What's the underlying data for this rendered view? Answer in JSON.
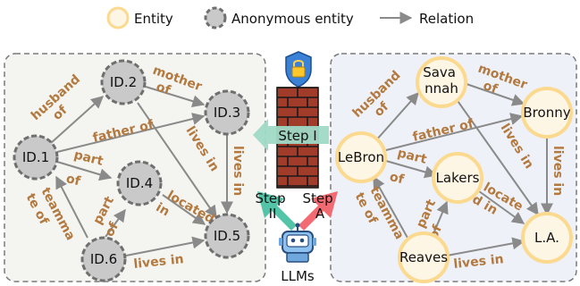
{
  "legend": {
    "entity": "Entity",
    "anonymous_entity": "Anonymous entity",
    "relation": "Relation"
  },
  "left_graph": {
    "nodes": {
      "id1": "ID.1",
      "id2": "ID.2",
      "id3": "ID.3",
      "id4": "ID.4",
      "id5": "ID.5",
      "id6": "ID.6"
    },
    "edges": {
      "husband_of": [
        "husband",
        "of"
      ],
      "mother_of": [
        "mother",
        "of"
      ],
      "father_of": "father of",
      "part_of": [
        "part",
        "of"
      ],
      "lives_in_a": "lives in",
      "lives_in_b": "lives in",
      "located_in": [
        "located",
        "in"
      ],
      "part_of_b": [
        "part",
        "of"
      ],
      "teammate_of": [
        "teamma",
        "te of"
      ],
      "lives_in_c": "lives in"
    }
  },
  "right_graph": {
    "nodes": {
      "lebron": "LeBron",
      "savannah": [
        "Sava",
        "nnah"
      ],
      "bronny": "Bronny",
      "lakers": "Lakers",
      "la": "L.A.",
      "reaves": "Reaves"
    },
    "edges": {
      "husband_of": [
        "husband",
        "of"
      ],
      "mother_of": [
        "mother",
        "of"
      ],
      "father_of": "father of",
      "part_of": [
        "part",
        "of"
      ],
      "lives_in_a": "lives in",
      "lives_in_b": "lives in",
      "located_in": [
        "locate",
        "d in"
      ],
      "part_of_b": [
        "part",
        "of"
      ],
      "teammate_of": [
        "teamma",
        "te of"
      ],
      "lives_in_c": "lives in"
    }
  },
  "center": {
    "step_1": "Step I",
    "step_2": [
      "Step",
      "II"
    ],
    "step_a": [
      "Step",
      "A"
    ],
    "llms": "LLMs"
  },
  "colors": {
    "entity_fill": "#fdf6e4",
    "entity_stroke": "#fbd98f",
    "anon_fill": "#c9c9c9",
    "anon_stroke": "#6f6f6f",
    "edge": "#8a8a8a",
    "edge_label": "#b3793f",
    "left_panel": "#f4f4f0",
    "right_panel": "#eef1f7",
    "brick": "#a13b2a",
    "step1_arrow": "#9fd9c6",
    "step2_arrow": "#53c4a7",
    "stepA_arrow": "#f26b73",
    "robot": "#6fa8dc"
  }
}
